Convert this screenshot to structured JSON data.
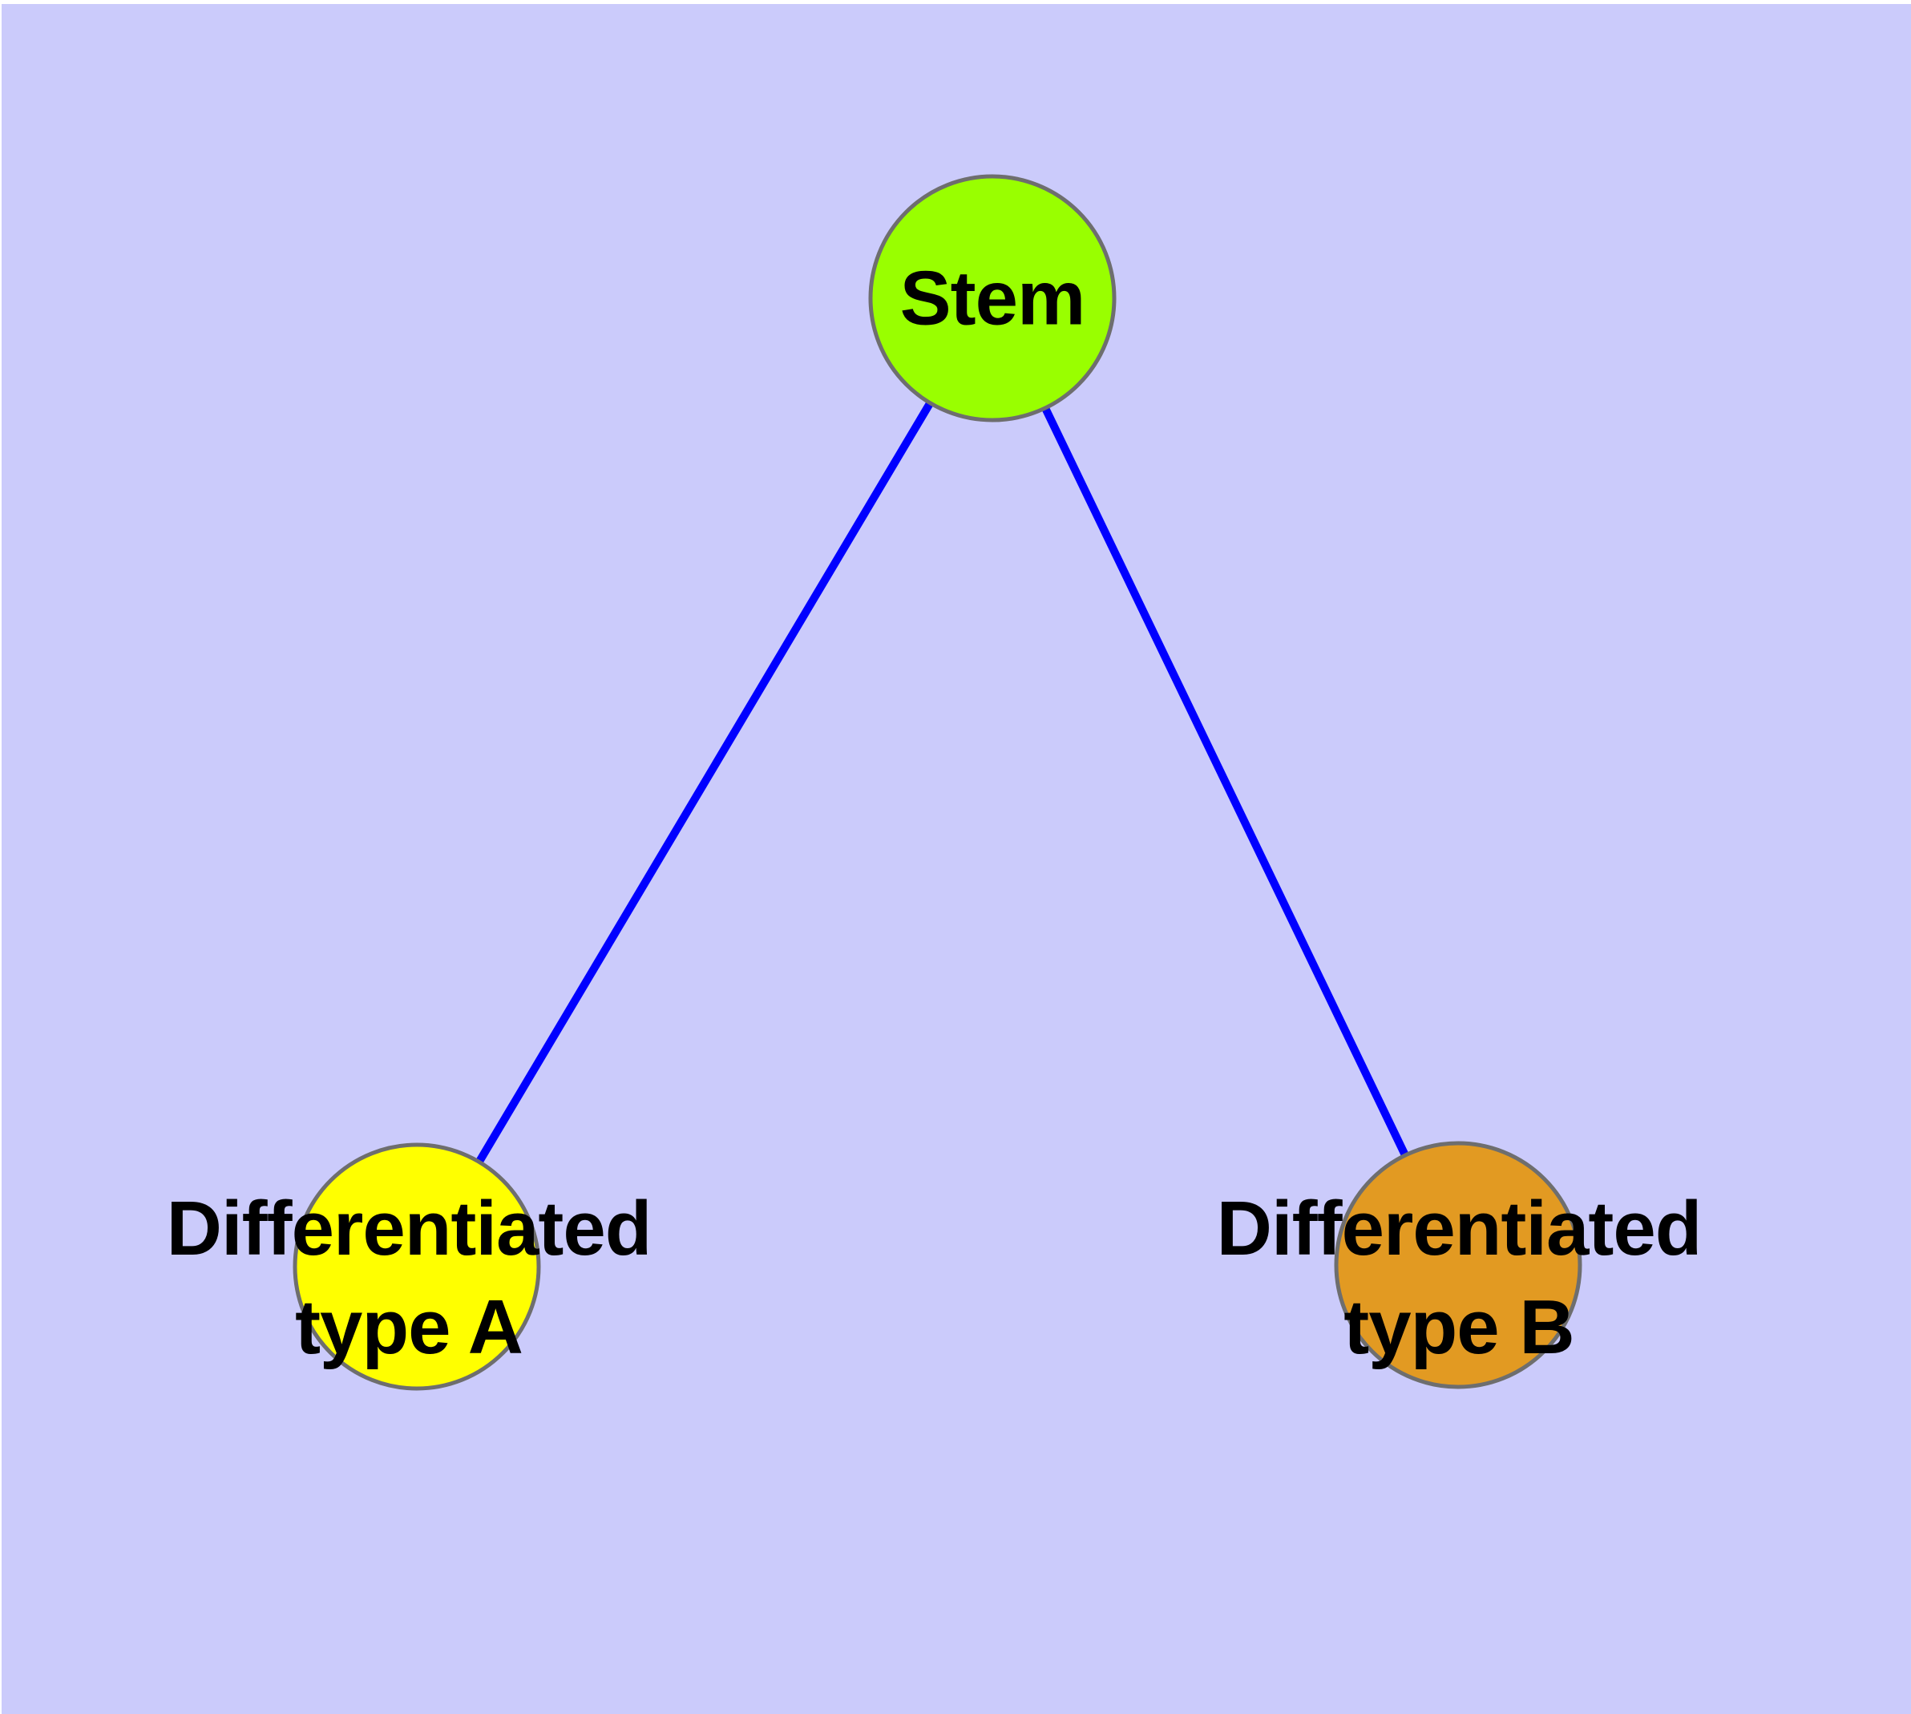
{
  "diagram": {
    "type": "graph",
    "description": "Cell differentiation hierarchy: one stem node with two differentiated child nodes",
    "background_color": "#CBCBFB",
    "margin_color": "#FFFFFF",
    "edge_color": "#0000FF",
    "node_border_color": "#6E6E6E",
    "label_color": "#000000",
    "nodes": [
      {
        "id": "stem",
        "label": "Stem",
        "fill": "#99FF00",
        "shape": "circle"
      },
      {
        "id": "diff-a",
        "label": "Differentiated\ntype A",
        "fill": "#FFFF00",
        "shape": "circle"
      },
      {
        "id": "diff-b",
        "label": "Differentiated\ntype B",
        "fill": "#E29A22",
        "shape": "circle"
      }
    ],
    "edges": [
      {
        "from": "Stem",
        "to": "Differentiated type A"
      },
      {
        "from": "Stem",
        "to": "Differentiated type B"
      }
    ]
  }
}
